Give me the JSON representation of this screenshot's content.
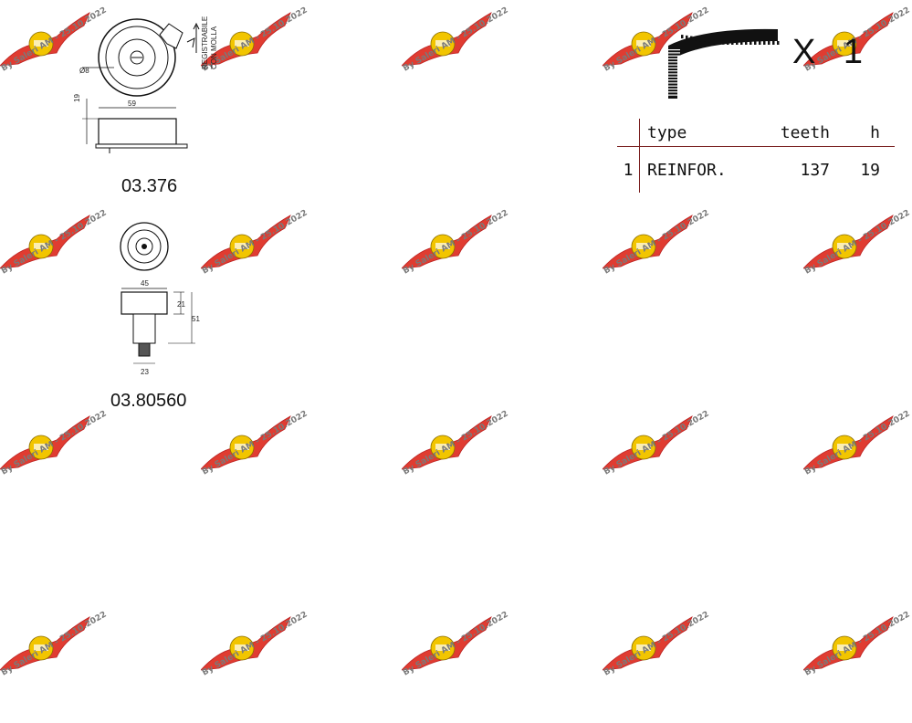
{
  "watermark": {
    "text": "By Saleri AM - 25.10.2022",
    "logo_colors": {
      "wing": "#e03c31",
      "badge": "#f2c500"
    }
  },
  "parts": [
    {
      "code": "03.376",
      "labels": {
        "adjustable_note_1": "REGISTRABILE",
        "adjustable_note_2": "CON MOLLA",
        "diameter": "Ø8",
        "width": "59",
        "height": "19"
      }
    },
    {
      "code": "03.80560",
      "labels": {
        "diameter": "45",
        "top_height": "21",
        "total_height": "51",
        "base_width": "23"
      }
    }
  ],
  "belt": {
    "quantity_text": "X 1"
  },
  "spec_table": {
    "headers": [
      "",
      "type",
      "teeth",
      "h"
    ],
    "rows": [
      {
        "index": "1",
        "type": "REINFOR.",
        "teeth": "137",
        "h": "19"
      }
    ]
  }
}
